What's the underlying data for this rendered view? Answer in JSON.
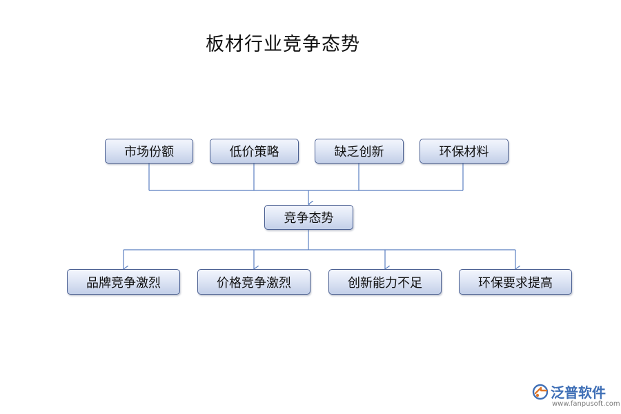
{
  "title": "板材行业竞争态势",
  "inputs": [
    {
      "id": "market-share",
      "label": "市场份额"
    },
    {
      "id": "low-price-strategy",
      "label": "低价策略"
    },
    {
      "id": "lack-innovation",
      "label": "缺乏创新"
    },
    {
      "id": "eco-materials",
      "label": "环保材料"
    }
  ],
  "center": {
    "label": "竞争态势"
  },
  "outputs": [
    {
      "id": "brand-competition",
      "label": "品牌竞争激烈"
    },
    {
      "id": "price-competition",
      "label": "价格竞争激烈"
    },
    {
      "id": "innovation-shortfall",
      "label": "创新能力不足"
    },
    {
      "id": "eco-requirements",
      "label": "环保要求提高"
    }
  ],
  "brand": {
    "name": "泛普软件",
    "url": "www.fanpusoft.com",
    "logo_icon": "fanpu-logo-icon",
    "color": "#3f6fb6"
  },
  "colors": {
    "connector": "#5a7fc0",
    "node_border": "#4a5f91",
    "node_fill_top": "#f3f6fd",
    "node_fill_bottom": "#c3cfe8"
  }
}
